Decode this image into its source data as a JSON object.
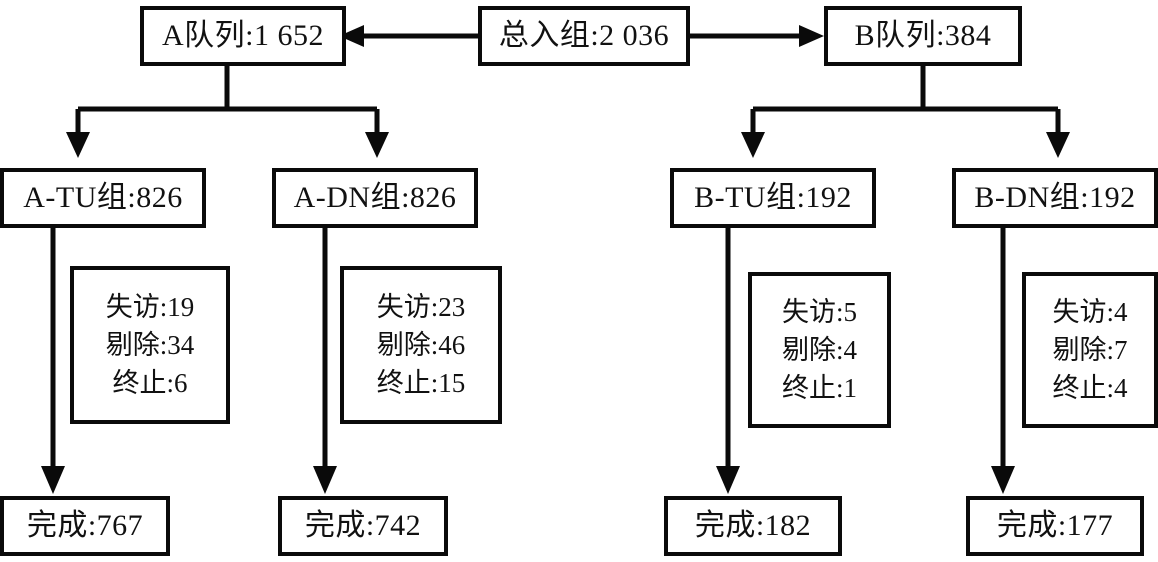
{
  "diagram": {
    "type": "flowchart",
    "title": "",
    "orientation": "top-down",
    "colors": {
      "stroke": "#0a0a0a",
      "background": "#ffffff",
      "text": "#111111"
    }
  },
  "nodes": {
    "total": {
      "label": "总入组:2 036",
      "count": 2036
    },
    "cohort_a": {
      "label": "A队列:1 652",
      "count": 1652
    },
    "cohort_b": {
      "label": "B队列:384",
      "count": 384
    },
    "group_a_tu": {
      "label": "A-TU组:826",
      "count": 826
    },
    "group_a_dn": {
      "label": "A-DN组:826",
      "count": 826
    },
    "group_b_tu": {
      "label": "B-TU组:192",
      "count": 192
    },
    "group_b_dn": {
      "label": "B-DN组:192",
      "count": 192
    },
    "complete_a_tu": {
      "label": "完成:767",
      "count": 767
    },
    "complete_a_dn": {
      "label": "完成:742",
      "count": 742
    },
    "complete_b_tu": {
      "label": "完成:182",
      "count": 182
    },
    "complete_b_dn": {
      "label": "完成:177",
      "count": 177
    }
  },
  "attrition": {
    "a_tu": {
      "lost": "失访:19",
      "excluded": "剔除:34",
      "terminated": "终止:6"
    },
    "a_dn": {
      "lost": "失访:23",
      "excluded": "剔除:46",
      "terminated": "终止:15"
    },
    "b_tu": {
      "lost": "失访:5",
      "excluded": "剔除:4",
      "terminated": "终止:1"
    },
    "b_dn": {
      "lost": "失访:4",
      "excluded": "剔除:7",
      "terminated": "终止:4"
    }
  }
}
